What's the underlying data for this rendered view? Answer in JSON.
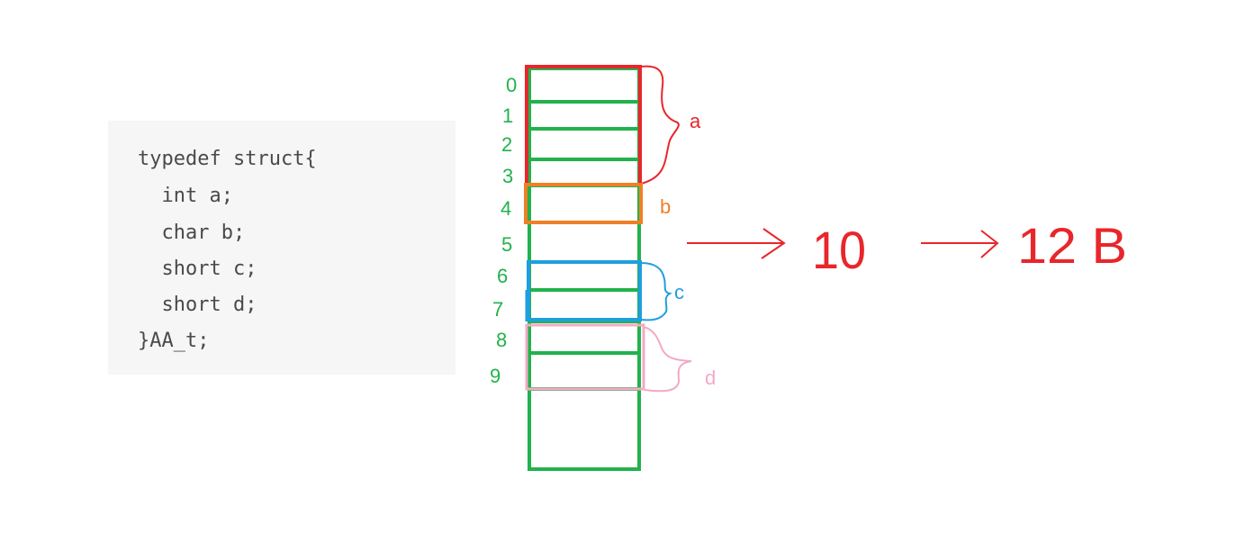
{
  "code": {
    "lines": [
      "typedef struct{",
      "  int a;",
      "  char b;",
      "  short c;",
      "  short d;",
      "}AA_t;"
    ]
  },
  "memory": {
    "indices": [
      "0",
      "1",
      "2",
      "3",
      "4",
      "5",
      "6",
      "7",
      "8",
      "9"
    ],
    "fields": [
      {
        "label": "a",
        "color": "#e8262b"
      },
      {
        "label": "b",
        "color": "#f07f26"
      },
      {
        "label": "c",
        "color": "#1f9ee0"
      },
      {
        "label": "d",
        "color": "#f4a9c7"
      }
    ],
    "grid_color": "#22b24c"
  },
  "result": {
    "intermediate": "10",
    "final": "12 B",
    "color": "#e8262b"
  }
}
